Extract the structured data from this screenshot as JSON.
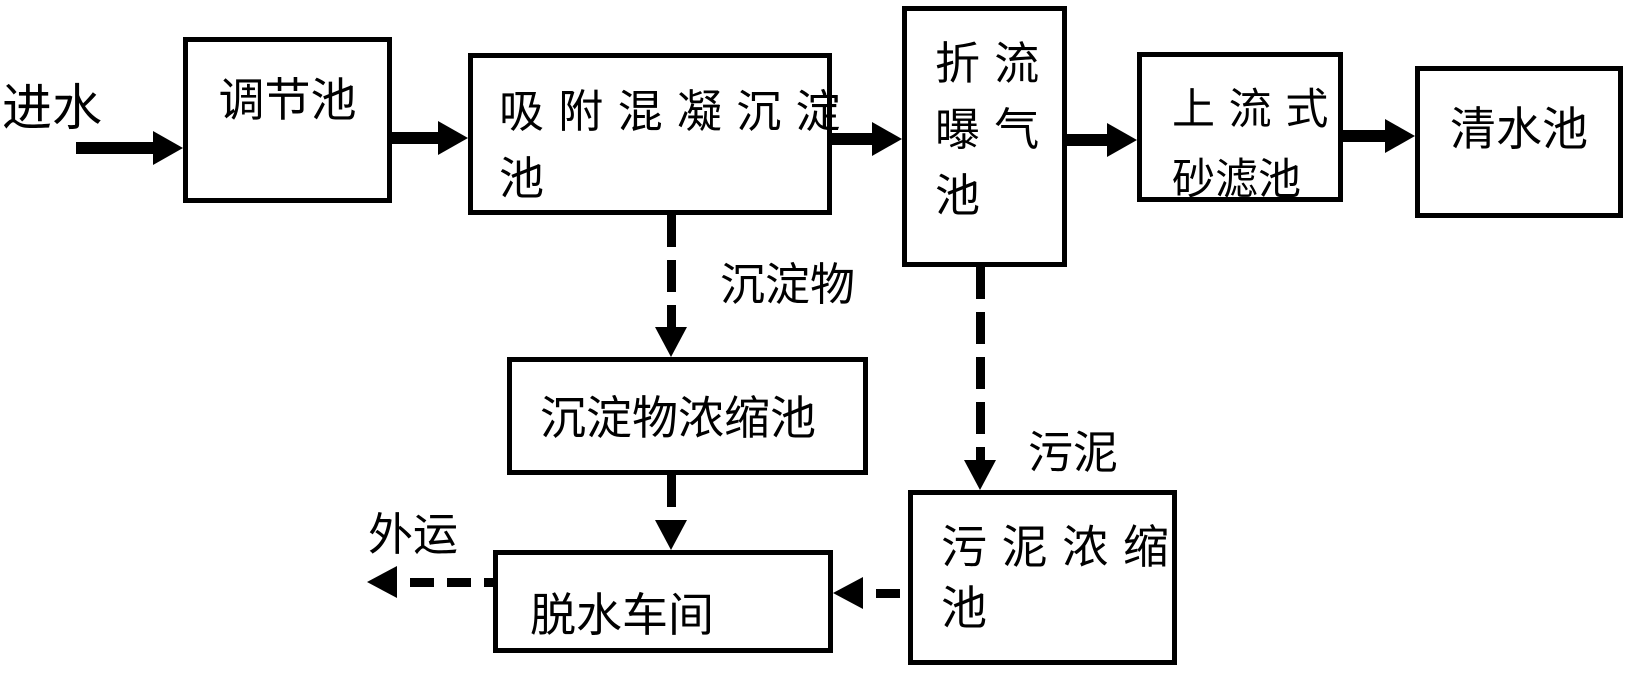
{
  "diagram": {
    "background": "#ffffff",
    "line_color": "#000000",
    "boxes": {
      "regulating": {
        "name": "调节池",
        "lines": [
          "调节池"
        ]
      },
      "adsorption": {
        "name": "吸附混凝沉淀池",
        "lines": [
          "吸 附 混 凝 沉 淀",
          "池"
        ]
      },
      "baffled_aeration": {
        "name": "折流曝气池",
        "lines": [
          "折 流",
          "曝 气",
          "池"
        ]
      },
      "upflow_sandfilter": {
        "name": "上流式砂滤池",
        "lines": [
          "上 流 式",
          "砂滤池"
        ]
      },
      "cleanwater": {
        "name": "清水池",
        "lines": [
          "清水池"
        ]
      },
      "sediment_thickener": {
        "name": "沉淀物浓缩池",
        "lines": [
          "沉淀物浓缩池"
        ]
      },
      "dewatering": {
        "name": "脱水车间",
        "lines": [
          "脱水车间"
        ]
      },
      "sludge_thickener": {
        "name": "污泥浓缩池",
        "lines": [
          "污 泥 浓 缩",
          "池"
        ]
      }
    },
    "labels": {
      "inflow": "进水",
      "sediment": "沉淀物",
      "outbound": "外运",
      "sludge": "污泥"
    },
    "edges": [
      {
        "from": "进水",
        "to": "调节池",
        "style": "solid"
      },
      {
        "from": "调节池",
        "to": "吸附混凝沉淀池",
        "style": "solid"
      },
      {
        "from": "吸附混凝沉淀池",
        "to": "折流曝气池",
        "style": "solid"
      },
      {
        "from": "折流曝气池",
        "to": "上流式砂滤池",
        "style": "solid"
      },
      {
        "from": "上流式砂滤池",
        "to": "清水池",
        "style": "solid"
      },
      {
        "from": "吸附混凝沉淀池",
        "to": "沉淀物浓缩池",
        "style": "dashed",
        "label": "沉淀物"
      },
      {
        "from": "折流曝气池",
        "to": "污泥浓缩池",
        "style": "dashed",
        "label": "污泥"
      },
      {
        "from": "沉淀物浓缩池",
        "to": "脱水车间",
        "style": "dashed"
      },
      {
        "from": "污泥浓缩池",
        "to": "脱水车间",
        "style": "dashed"
      },
      {
        "from": "脱水车间",
        "to": "外运",
        "style": "dashed"
      }
    ]
  }
}
